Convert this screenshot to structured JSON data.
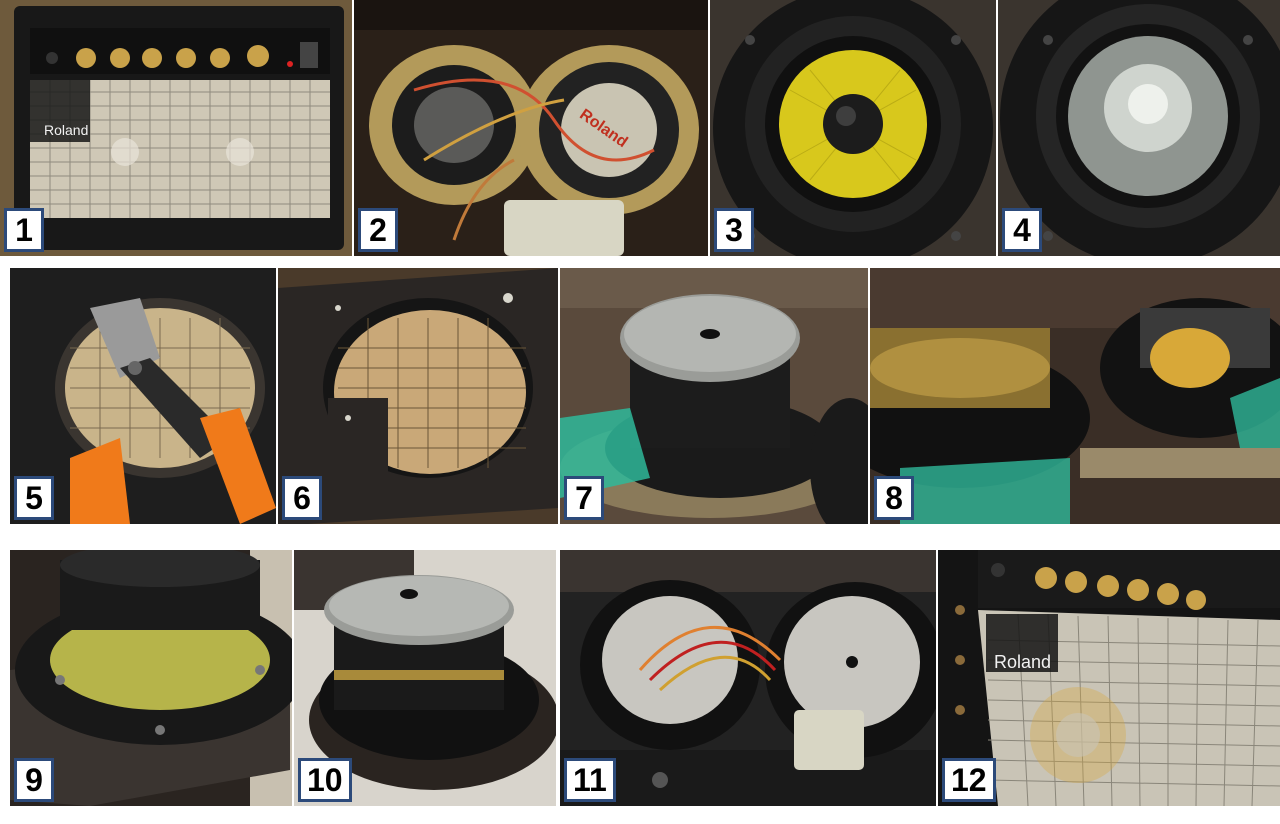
{
  "photos": [
    {
      "label": "1",
      "brand": "Roland"
    },
    {
      "label": "2",
      "brand": "Roland"
    },
    {
      "label": "3"
    },
    {
      "label": "4"
    },
    {
      "label": "5"
    },
    {
      "label": "6"
    },
    {
      "label": "7"
    },
    {
      "label": "8"
    },
    {
      "label": "9"
    },
    {
      "label": "10"
    },
    {
      "label": "11"
    },
    {
      "label": "12",
      "brand": "Roland"
    }
  ],
  "colors": {
    "label_border": "#2c4a7a",
    "amp_body": "#1a1a1a",
    "grille": "#c9c4b6",
    "kevlar_cone": "#d8c81c",
    "tape": "#2fb89a",
    "pliers": "#f07a1a"
  }
}
